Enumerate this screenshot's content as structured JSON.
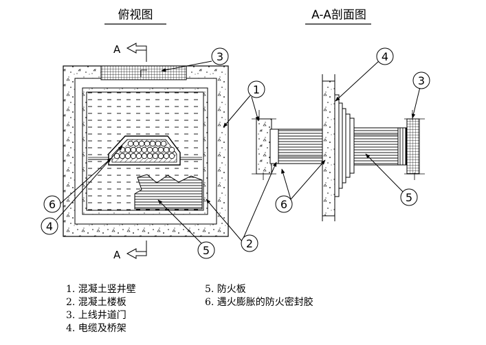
{
  "titles": {
    "plan": "俯视图",
    "section": "A-A剖面图"
  },
  "section_marks": {
    "top": "A",
    "bottom": "A"
  },
  "callouts": [
    "1",
    "2",
    "3",
    "4",
    "5",
    "6"
  ],
  "legend": [
    "1.  混凝土竖井壁",
    "2.  混凝土楼板",
    "3.  上线井道门",
    "4.  电缆及桥架",
    "5.  防火板",
    "6.  遇火膨胀的防火密封胶"
  ]
}
